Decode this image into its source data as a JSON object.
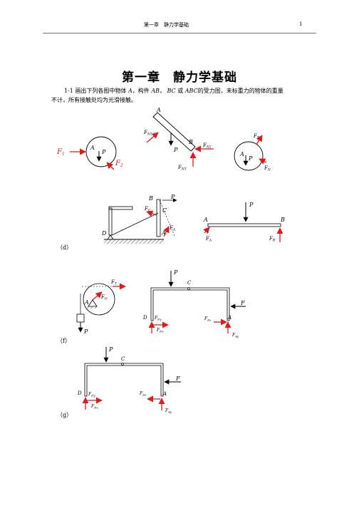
{
  "header": {
    "title": "第一章　静力学基础",
    "page_number": "1"
  },
  "chapter_title": "第一章　静力学基础",
  "problem": {
    "number": "1-1",
    "text_a": "画出下列各图中物体",
    "obj_a": "A",
    "text_b": "，构件",
    "obj_ab": "AB",
    "sep1": "，",
    "obj_bc": "BC",
    "text_or": "或",
    "obj_abc": "ABC",
    "text_c": "的受力图，未标重力的物体的重量",
    "line2": "不计，所有接触处均为光滑接触。"
  },
  "figure_labels": {
    "d": "（d）",
    "f": "（f）",
    "g": "（g）"
  },
  "diagram_labels": {
    "a": {
      "F1": "F",
      "F1_sub": "1",
      "F2": "F",
      "F2_sub": "2",
      "A": "A",
      "P": "P"
    },
    "b": {
      "A": "A",
      "B": "B",
      "P": "P",
      "FN1": "F",
      "FN1_sub": "N1",
      "FN2": "F",
      "FN2_sub": "N2",
      "FN3": "F",
      "FN3_sub": "N3"
    },
    "c": {
      "FT": "F",
      "FT_sub": "T",
      "A": "A",
      "P": "P",
      "FN": "F",
      "FN_sub": "N"
    },
    "d": {
      "B": "B",
      "P": "P",
      "C": "C",
      "D": "D",
      "A": "A",
      "FC": "F",
      "FC_sub": "C",
      "FA": "F",
      "FA_sub": "A"
    },
    "e": {
      "P": "P",
      "A": "A",
      "B": "B",
      "FA": "F",
      "FA_sub": "A",
      "FB": "F",
      "FB_sub": "B"
    },
    "f1": {
      "FT": "F",
      "FT_sub": "T",
      "FO": "F",
      "FO_sub": "O",
      "A": "A",
      "P": "P"
    },
    "f2": {
      "P": "P",
      "C": "C",
      "F": "F",
      "D": "D",
      "A": "A",
      "FDy": "F",
      "FDy_sub": "Dy",
      "FDx": "F",
      "FDx_sub": "Dx",
      "FAx": "F",
      "FAx_sub": "Ax",
      "FAy": "F",
      "FAy_sub": "Ay"
    },
    "g": {
      "P": "P",
      "C": "C",
      "F": "F",
      "D": "D",
      "A": "A",
      "FDy": "F",
      "FDy_sub": "Dy",
      "FDx": "F",
      "FDx_sub": "Dx",
      "FAx": "F",
      "FAx_sub": "Ax",
      "FAy": "F",
      "FAy_sub": "Ay"
    }
  },
  "colors": {
    "force": "#e0191b",
    "structure": "#000000"
  }
}
